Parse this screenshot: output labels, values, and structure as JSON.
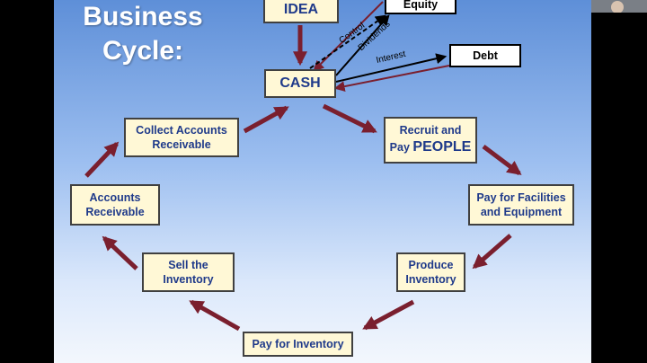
{
  "slide": {
    "title_line1": "Business",
    "title_line2": "Cycle:"
  },
  "nodes": {
    "idea": "IDEA",
    "equity": "Equity",
    "debt": "Debt",
    "cash": "CASH",
    "recruit_line1": "Recruit and",
    "recruit_pay": "Pay",
    "recruit_people": "PEOPLE",
    "facilities_line1": "Pay for Facilities",
    "facilities_line2": "and Equipment",
    "produce_line1": "Produce",
    "produce_line2": "Inventory",
    "pay_inventory": "Pay for Inventory",
    "sell_line1": "Sell the",
    "sell_line2": "Inventory",
    "ar_line1": "Accounts",
    "ar_line2": "Receivable",
    "collect_line1": "Collect Accounts",
    "collect_line2": "Receivable"
  },
  "flow_labels": {
    "control": "Control",
    "dividends": "Dividends",
    "interest": "Interest"
  },
  "colors": {
    "cycle_arrow": "#7a1f2e",
    "box_fill": "#fff8d6",
    "box_text": "#1f3a8a",
    "title_text": "#ffffff"
  },
  "webcam": {
    "icon": "presenter-video-thumbnail"
  }
}
